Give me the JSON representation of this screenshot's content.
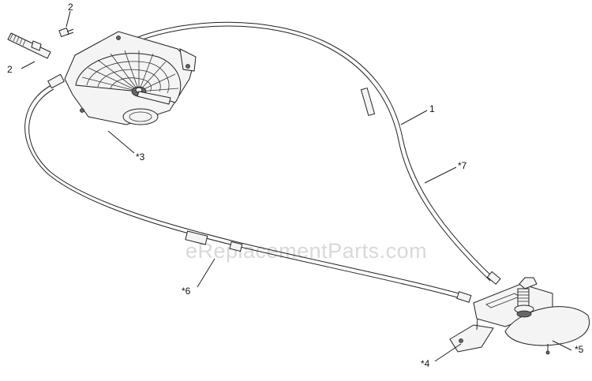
{
  "watermark": "eReplacementParts.com",
  "callouts": {
    "c1": "1",
    "c2_top": "2",
    "c2_left": "2",
    "c3": "*3",
    "c4": "*4",
    "c5": "*5",
    "c6": "*6",
    "c7": "*7"
  }
}
